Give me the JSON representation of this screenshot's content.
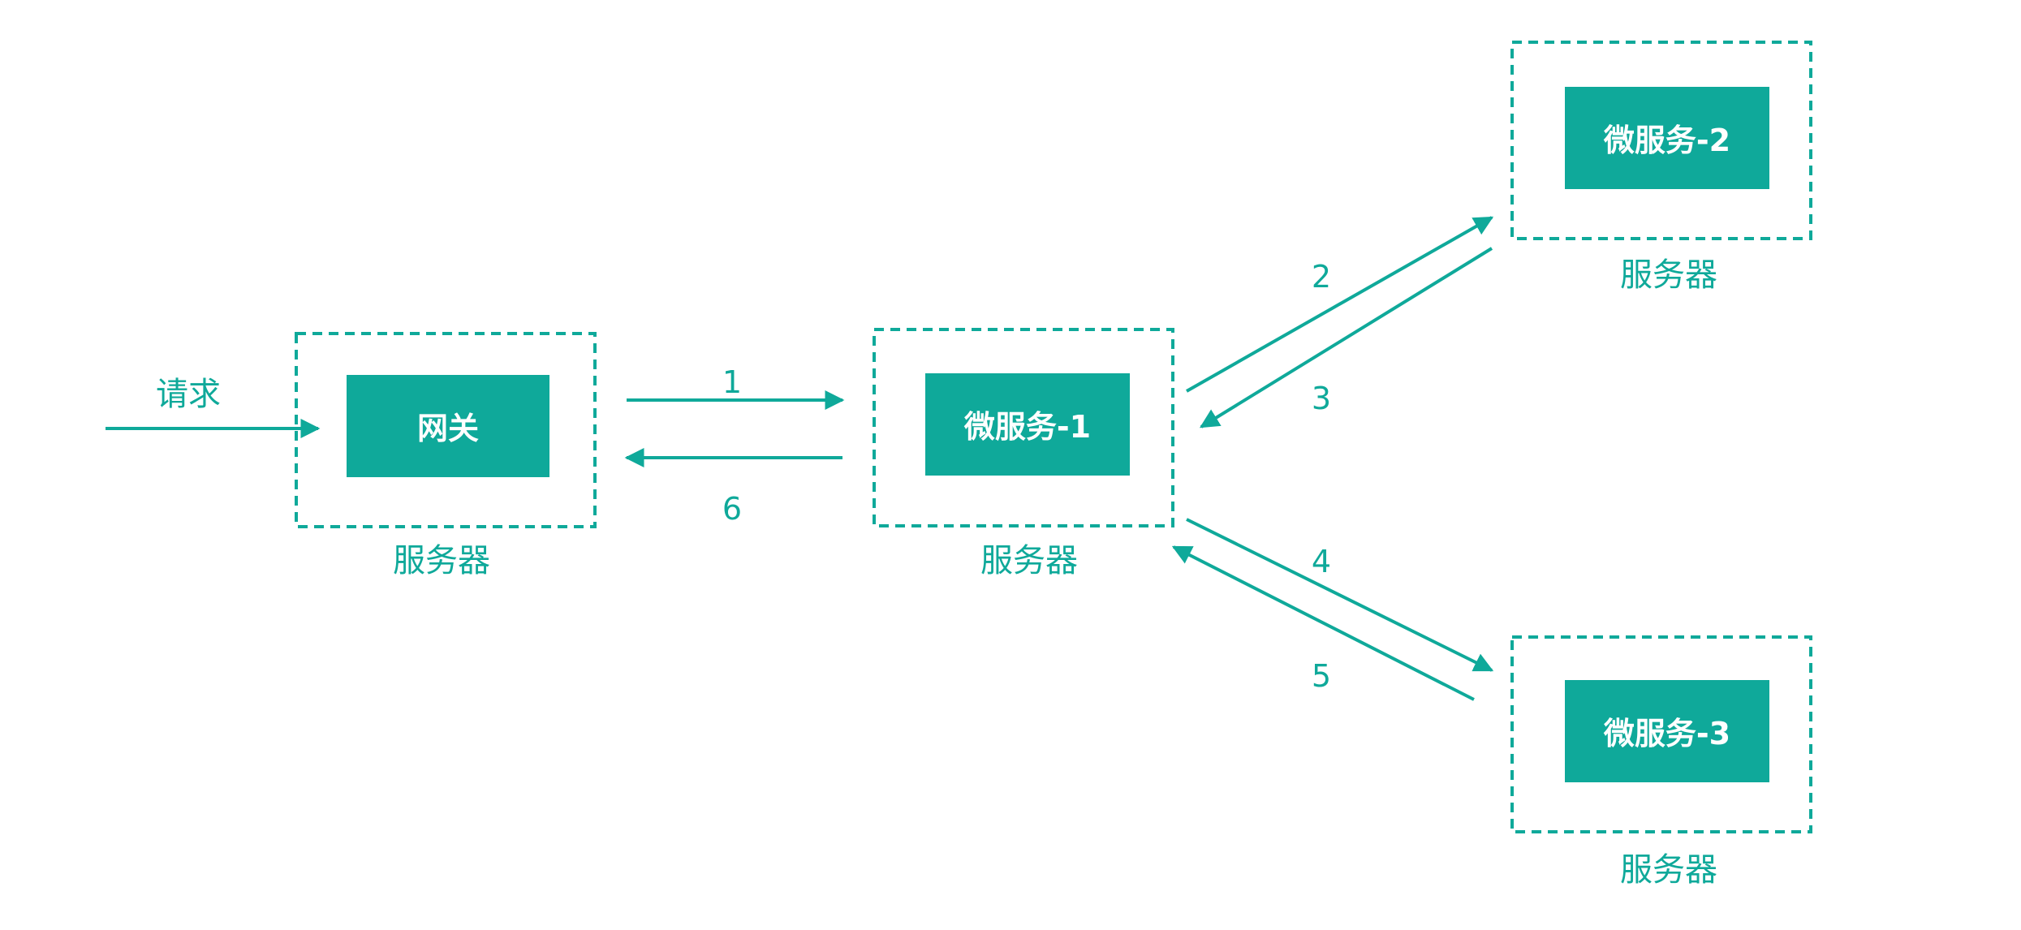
{
  "colors": {
    "accent": "#0fa99a",
    "box_text": "#ffffff",
    "background": "#ffffff"
  },
  "request_label": "请求",
  "nodes": {
    "gateway": {
      "name": "网关",
      "server_label": "服务器"
    },
    "ms1": {
      "name": "微服务-1",
      "server_label": "服务器"
    },
    "ms2": {
      "name": "微服务-2",
      "server_label": "服务器"
    },
    "ms3": {
      "name": "微服务-3",
      "server_label": "服务器"
    }
  },
  "steps": [
    "1",
    "2",
    "3",
    "4",
    "5",
    "6"
  ]
}
